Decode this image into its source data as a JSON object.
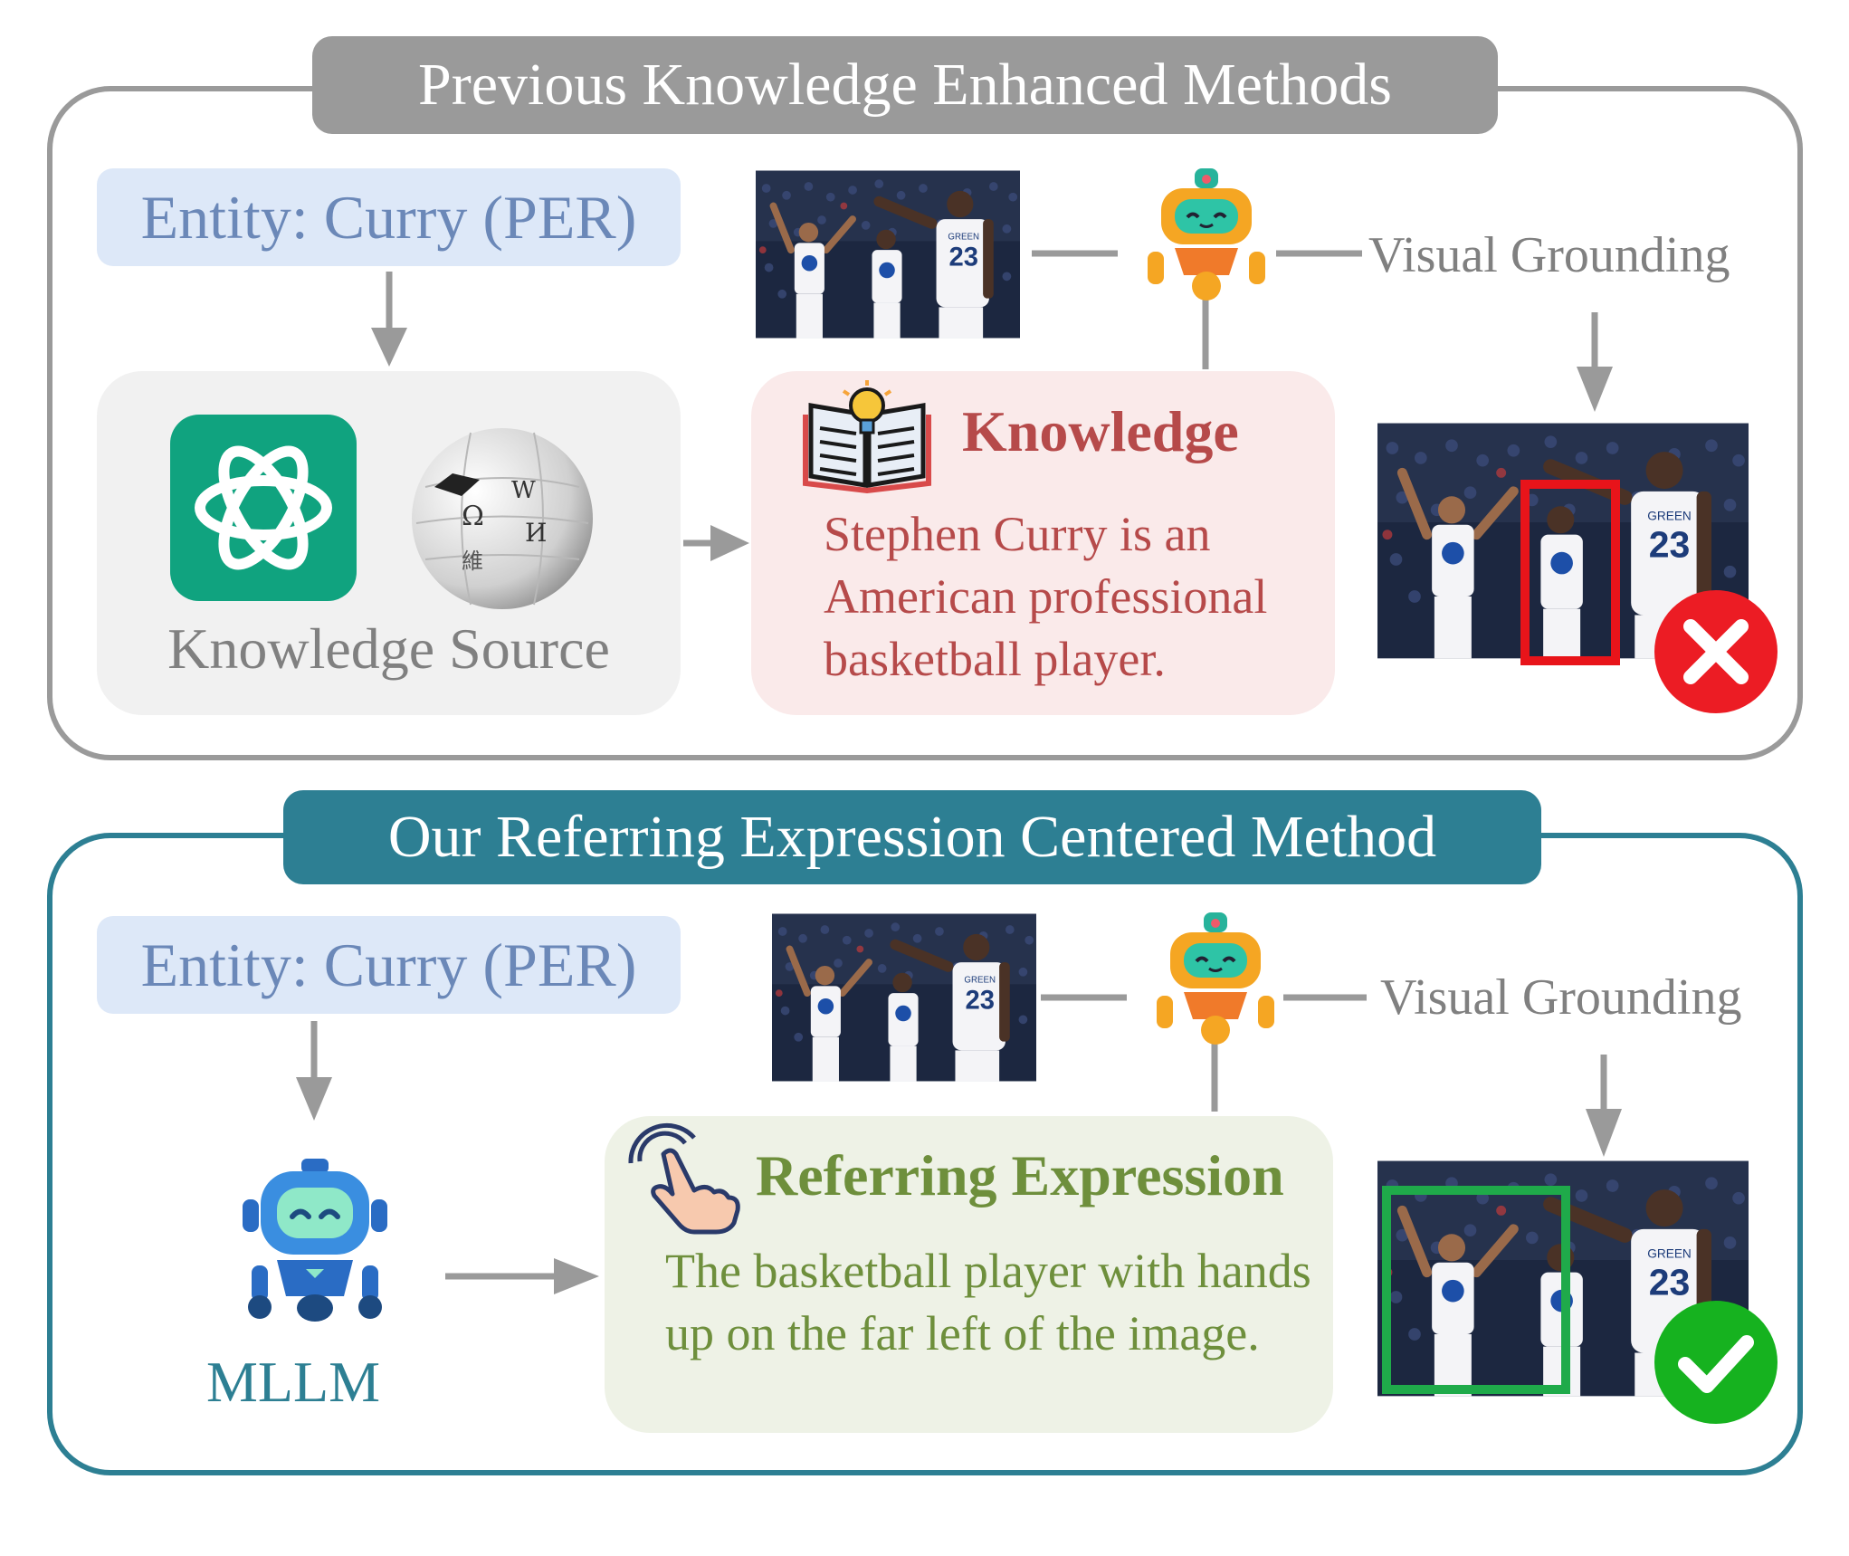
{
  "top_panel": {
    "header": "Previous Knowledge Enhanced Methods",
    "entity_label": "Entity: Curry (PER)",
    "knowledge_source_label": "Knowledge Source",
    "knowledge_title": "Knowledge",
    "knowledge_text": "Stephen Curry is an American professional basketball player.",
    "visual_grounding_label": "Visual Grounding",
    "result": "incorrect"
  },
  "bottom_panel": {
    "header": "Our Referring Expression Centered Method",
    "entity_label": "Entity: Curry (PER)",
    "mllm_label": "MLLM",
    "referring_title": "Referring Expression",
    "referring_text": "The basketball player with hands up on the far left of the image.",
    "visual_grounding_label": "Visual Grounding",
    "result": "correct"
  },
  "photo_jersey_number": "23",
  "photo_jersey_name": "GREEN",
  "wiki_glyphs": [
    "Ω",
    "W",
    "И",
    "維"
  ],
  "colors": {
    "gray": "#9a9a9a",
    "teal": "#2d7f93",
    "entity_bg": "#dde8f8",
    "entity_text": "#6b88b8",
    "knowledge_text": "#b64a4a",
    "knowledge_bg": "#faeaea",
    "referring_text": "#6e8f3c",
    "referring_bg": "#eef2e6",
    "wrong_box": "#e8141a",
    "right_box": "#1faa4a"
  },
  "icons": [
    "chatgpt-icon",
    "wikipedia-icon",
    "book-lightbulb-icon",
    "robot-icon",
    "mllm-robot-icon",
    "pointer-hand-icon",
    "cross-icon",
    "check-icon"
  ]
}
